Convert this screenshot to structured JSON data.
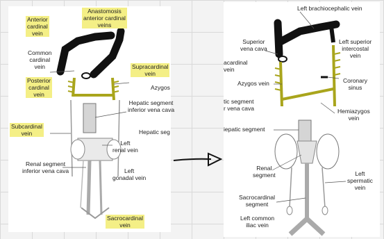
{
  "left_panel": {
    "labels": {
      "anastomosis": "Anastomosis\nanterior cardinal\nveins",
      "anterior_cardinal": "Anterior\ncardinal\nvein",
      "common_cardinal": "Common\ncardinal\nvein",
      "supracardinal": "Supracardinal\nvein",
      "azygos": "Azygos",
      "posterior_cardinal": "Posterior\ncardinal\nvein",
      "hepatic_segment": "Hepatic segment\ninferior vena cava",
      "hepatic_seg": "Hepatic seg",
      "subcardinal": "Subcardinal\nvein",
      "left_renal": "Left\nrenal vein",
      "renal_segment": "Renal segment\ninferior vena cava",
      "left_gonadal": "Left\ngonadal vein",
      "sacrocardinal": "Sacrocardinal\nvein"
    }
  },
  "right_panel": {
    "labels": {
      "left_brachiocephalic": "Left brachiocephalic vein",
      "superior_vena_cava": "Superior\nvena cava",
      "left_superior_intercostal": "Left superior\nintercostal\nvein",
      "acardinal": "acardinal\nvein",
      "azygos_vein": "Azygos vein",
      "coronary_sinus": "Coronary\nsinus",
      "tic_segment": "tic segment\nr vena cava",
      "hemiazygos": "Hemiazygos\nvein",
      "iepatic_segment": "iepatic segment",
      "renal_segment": "Renal\nsegment",
      "left_spermatic": "Left\nspermatic\nvein",
      "sacrocardinal_segment": "Sacrocardinal\nsegment",
      "left_common_iliac": "Left common\niliac vein"
    }
  },
  "colors": {
    "highlight": "#f4ef86",
    "vein_black": "#111111",
    "vein_olive": "#a9a51c",
    "vein_gray": "#c9c9c9"
  },
  "icons": {
    "arrow": "right-arrow-icon"
  }
}
